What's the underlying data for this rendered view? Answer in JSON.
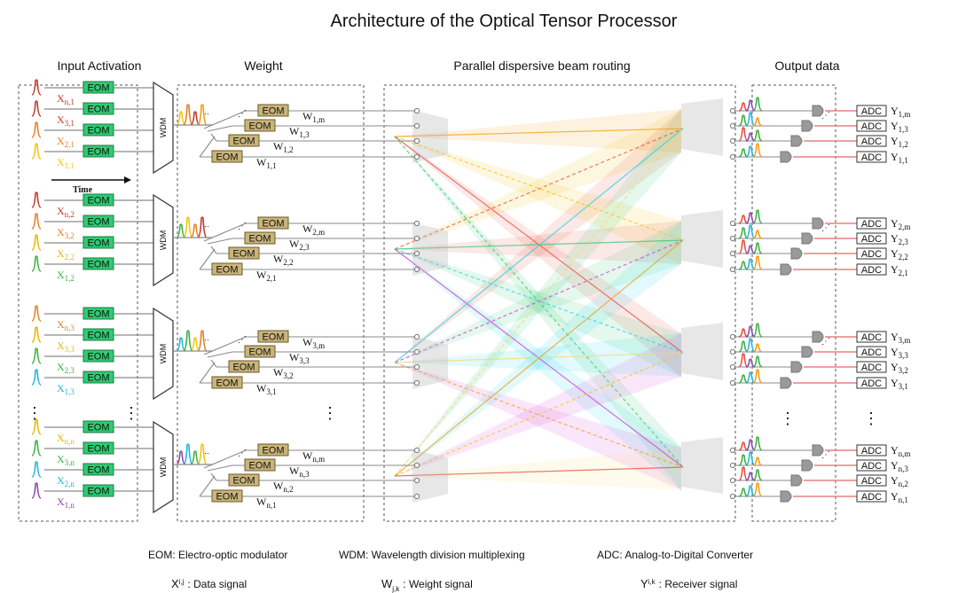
{
  "title": "Architecture of the Optical Tensor Processor",
  "sections": {
    "input": "Input Activation",
    "weight": "Weight",
    "routing": "Parallel dispersive beam routing",
    "output": "Output data"
  },
  "labels": {
    "eom": "EOM",
    "wdm": "WDM",
    "adc": "ADC",
    "time": "Time",
    "dots": "⋮",
    "hdots": "··",
    "ddots": "⋰"
  },
  "groups": [
    {
      "inputs": [
        {
          "main": "X",
          "sub": "n,1",
          "color": "#c0392b"
        },
        {
          "main": "X",
          "sub": "3,1",
          "color": "#c0392b"
        },
        {
          "main": "X",
          "sub": "2,1",
          "color": "#e67e22"
        },
        {
          "main": "X",
          "sub": "1,1",
          "color": "#f1c40f"
        }
      ],
      "weights": [
        {
          "main": "W",
          "sub": "1,m"
        },
        {
          "main": "W",
          "sub": "1,3"
        },
        {
          "main": "W",
          "sub": "1,2"
        },
        {
          "main": "W",
          "sub": "1,1"
        }
      ],
      "outputs": [
        {
          "main": "Y",
          "sub": "1,m"
        },
        {
          "main": "Y",
          "sub": "1,3"
        },
        {
          "main": "Y",
          "sub": "1,2"
        },
        {
          "main": "Y",
          "sub": "1,1"
        }
      ]
    },
    {
      "inputs": [
        {
          "main": "X",
          "sub": "n,2",
          "color": "#c0392b"
        },
        {
          "main": "X",
          "sub": "3,2",
          "color": "#e67e22"
        },
        {
          "main": "X",
          "sub": "2,2",
          "color": "#e6b800"
        },
        {
          "main": "X",
          "sub": "1,2",
          "color": "#3cb043"
        }
      ],
      "weights": [
        {
          "main": "W",
          "sub": "2,m"
        },
        {
          "main": "W",
          "sub": "2,3"
        },
        {
          "main": "W",
          "sub": "2,2"
        },
        {
          "main": "W",
          "sub": "2,1"
        }
      ],
      "outputs": [
        {
          "main": "Y",
          "sub": "2,m"
        },
        {
          "main": "Y",
          "sub": "2,3"
        },
        {
          "main": "Y",
          "sub": "2,2"
        },
        {
          "main": "Y",
          "sub": "2,1"
        }
      ]
    },
    {
      "inputs": [
        {
          "main": "X",
          "sub": "n,3",
          "color": "#e67e22"
        },
        {
          "main": "X",
          "sub": "3,3",
          "color": "#e6b800"
        },
        {
          "main": "X",
          "sub": "2,3",
          "color": "#3cb043"
        },
        {
          "main": "X",
          "sub": "1,3",
          "color": "#1fb6d8"
        }
      ],
      "weights": [
        {
          "main": "W",
          "sub": "3,m"
        },
        {
          "main": "W",
          "sub": "3,3"
        },
        {
          "main": "W",
          "sub": "3,2"
        },
        {
          "main": "W",
          "sub": "3,1"
        }
      ],
      "outputs": [
        {
          "main": "Y",
          "sub": "3,m"
        },
        {
          "main": "Y",
          "sub": "3,3"
        },
        {
          "main": "Y",
          "sub": "3,2"
        },
        {
          "main": "Y",
          "sub": "3,1"
        }
      ]
    },
    {
      "inputs": [
        {
          "main": "X",
          "sub": "n,n",
          "color": "#e6b800"
        },
        {
          "main": "X",
          "sub": "3,n",
          "color": "#3cb043"
        },
        {
          "main": "X",
          "sub": "2,n",
          "color": "#1fb6d8"
        },
        {
          "main": "X",
          "sub": "1,n",
          "color": "#8e44ad"
        }
      ],
      "weights": [
        {
          "main": "W",
          "sub": "n,m"
        },
        {
          "main": "W",
          "sub": "n,3"
        },
        {
          "main": "W",
          "sub": "n,2"
        },
        {
          "main": "W",
          "sub": "n,1"
        }
      ],
      "outputs": [
        {
          "main": "Y",
          "sub": "n,m"
        },
        {
          "main": "Y",
          "sub": "n,3"
        },
        {
          "main": "Y",
          "sub": "n,2"
        },
        {
          "main": "Y",
          "sub": "n,1"
        }
      ]
    }
  ],
  "legend": {
    "eom": "EOM: Electro-optic modulator",
    "wdm": "WDM: Wavelength division multiplexing",
    "adc": "ADC: Analog-to-Digital Converter",
    "x": {
      "main": "X",
      "sub": "i,j",
      "text": ": Data signal"
    },
    "w": {
      "main": "W",
      "sub": "j,k",
      "text": ": Weight signal"
    },
    "y": {
      "main": "Y",
      "sub": "i,k",
      "text": ": Receiver signal"
    }
  },
  "colors": {
    "eom_fill": "#2ecc71",
    "eom_weight_fill": "#c9b47a",
    "wire": "#8a8a8a",
    "adc_wire": "#e88080",
    "routing": [
      "#f39c12",
      "#f1c40f",
      "#e74c3c",
      "#2ecc71",
      "#1fd6e8",
      "#d63ad6",
      "#f5d76e"
    ]
  }
}
